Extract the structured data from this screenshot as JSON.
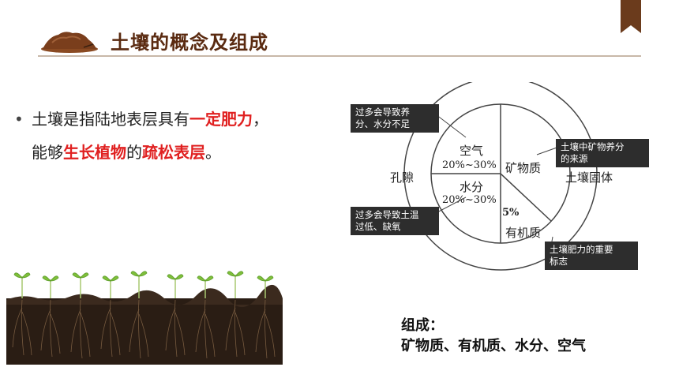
{
  "header": {
    "title": "土壤的概念及组成"
  },
  "bullet": {
    "line1_a": "土壤是指陆地表层具有",
    "line1_b": "一定肥力",
    "line1_c": "，",
    "line2_a": "能够",
    "line2_b": "生长植物",
    "line2_c": "的",
    "line2_d": "疏松表层",
    "line2_e": "。",
    "marker": "•"
  },
  "diagram": {
    "pore_label": "孔隙",
    "solid_label": "土壤固体",
    "air_label": "空气",
    "air_range": "20%~30%",
    "water_label": "水分",
    "water_range": "20%~30%",
    "mineral_label": "矿物质",
    "organic_pct": "5%",
    "organic_label": "有机质",
    "callouts": {
      "air_note": "过多会导致养\n分、水分不足",
      "water_note": "过多会导致土温\n过低、缺氧",
      "mineral_note": "土壤中矿物养分\n的来源",
      "organic_note": "土壤肥力的重要\n标志"
    }
  },
  "composition": {
    "heading": "组成：",
    "items": "矿物质、有机质、水分、空气"
  },
  "colors": {
    "title": "#5a2a10",
    "accent_red": "#e02020",
    "bookmark": "#6b3b1c",
    "callout_bg": "#2d2d2d"
  }
}
